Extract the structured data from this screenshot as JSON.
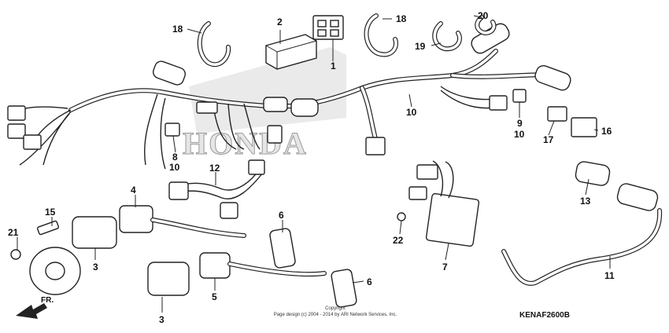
{
  "watermark": "HONDA",
  "copyright_line1": "Copyright",
  "copyright_line2": "Page design (c) 2004 - 2014 by ARI Network Services, Inc.",
  "diagram_code": "KENAF2600B",
  "direction_label": "FR.",
  "callouts": {
    "c1": "1",
    "c2": "2",
    "c3a": "3",
    "c3b": "3",
    "c4": "4",
    "c5": "5",
    "c6a": "6",
    "c6b": "6",
    "c7": "7",
    "c8": "8",
    "c9": "9",
    "c10a": "10",
    "c10b": "10",
    "c10c": "10",
    "c11": "11",
    "c12": "12",
    "c13": "13",
    "c15": "15",
    "c16": "16",
    "c17": "17",
    "c18a": "18",
    "c18b": "18",
    "c19": "19",
    "c20": "20",
    "c21": "21",
    "c22": "22"
  }
}
